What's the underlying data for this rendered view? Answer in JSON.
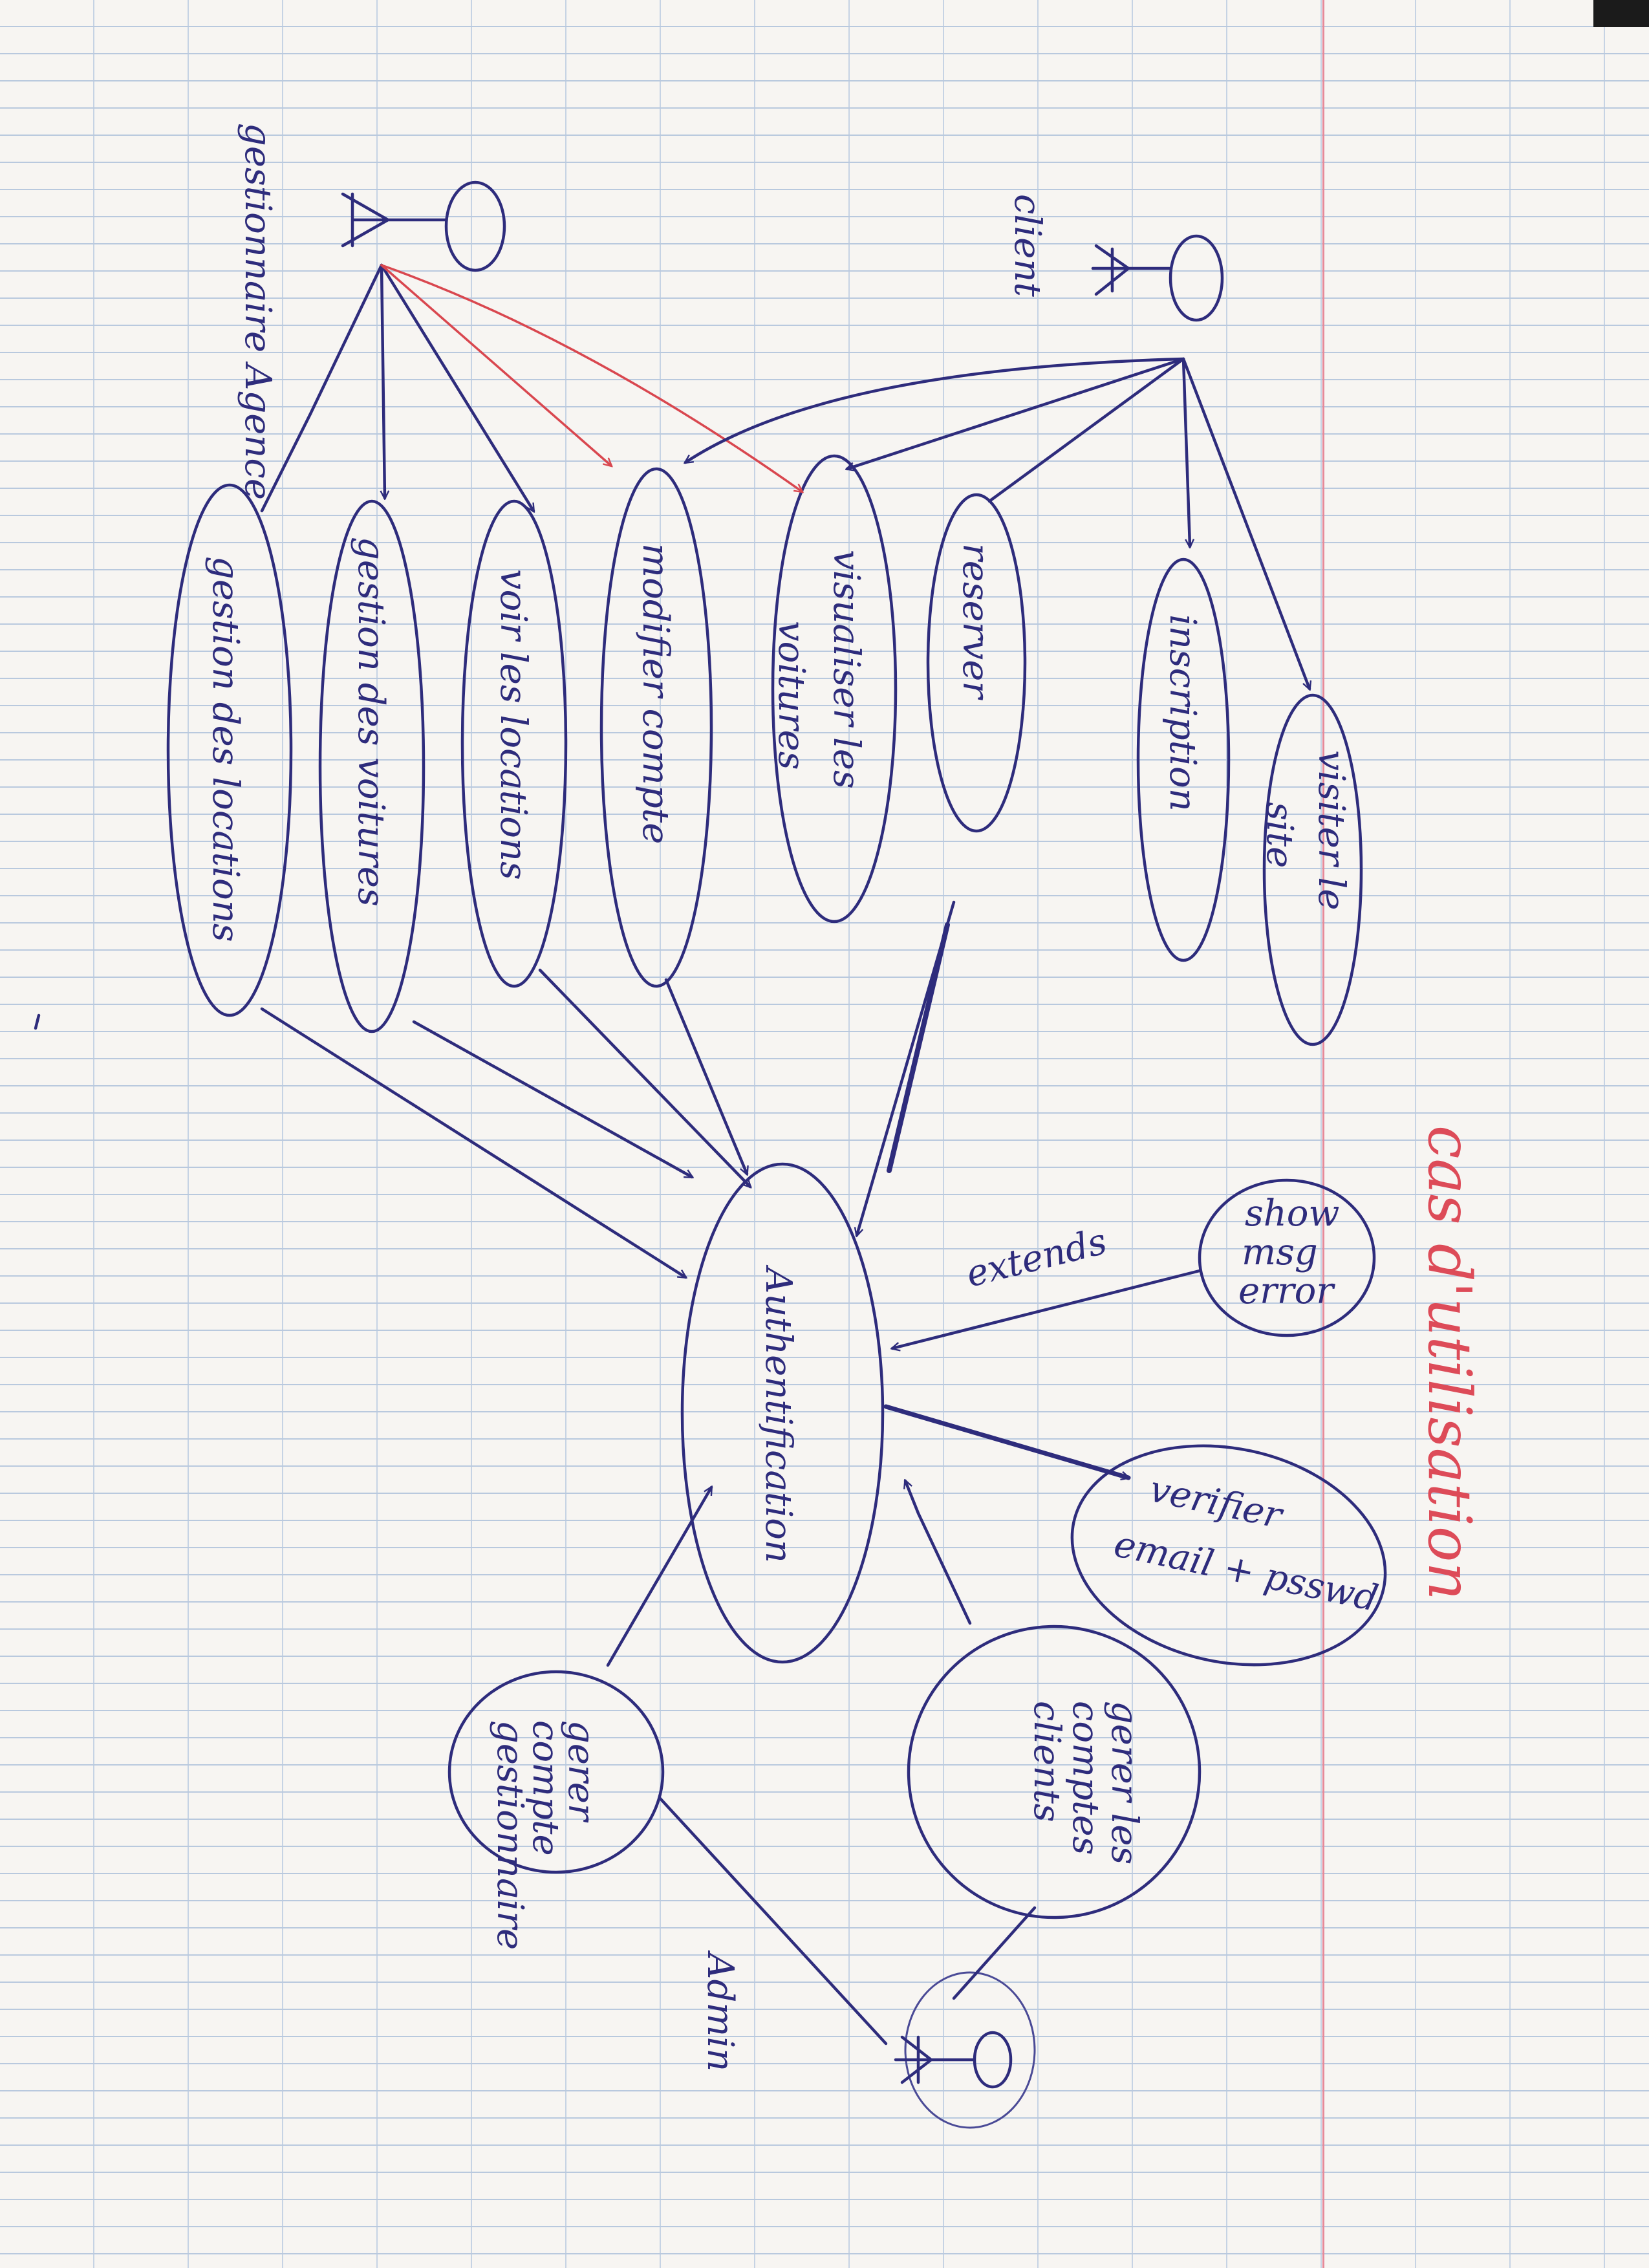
{
  "title": "cas d'utilisation",
  "actors": {
    "gestionnaire": "gestionnaire Agence",
    "client": "client",
    "admin": "Admin"
  },
  "use_cases": {
    "gestion_locations": "gestion des locations",
    "gestion_voitures": "gestion des voitures",
    "voir_locations": "voir les locations",
    "modifier_compte": "modifier compte",
    "visualiser_voitures": [
      "visualiser les",
      "voitures"
    ],
    "reserver": "reserver",
    "inscription": "inscription",
    "visiter_site": [
      "visiter le",
      "site"
    ],
    "authentification": "Authentification",
    "show_msg_error": [
      "show",
      "msg",
      "error"
    ],
    "verifier_email": [
      "verifier",
      "email + psswd"
    ],
    "gerer_compte_gestionnaire": [
      "gerer",
      "compte",
      "gestionnaire"
    ],
    "gerer_comptes_clients": [
      "gerer les",
      "comptes",
      "clients"
    ]
  },
  "relations": {
    "extends_label": "extends"
  },
  "colors": {
    "ink": "#2e2c7c",
    "red": "#d9474f",
    "margin": "#e58a9a",
    "grid": "#b9c9de",
    "paper": "#f7f5f2"
  }
}
